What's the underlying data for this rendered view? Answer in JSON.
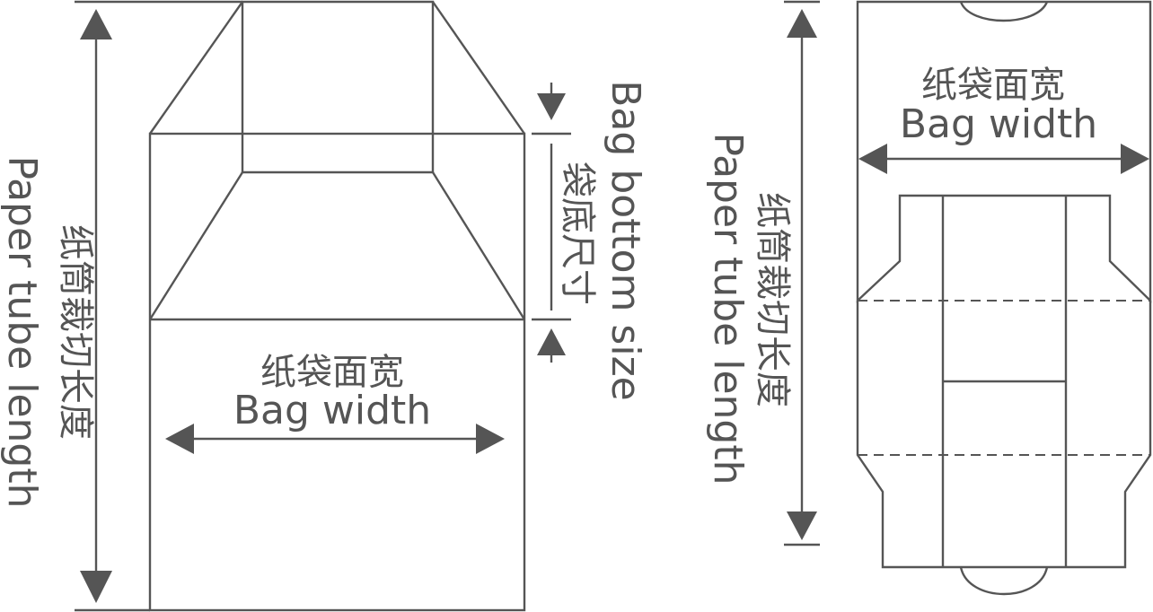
{
  "left_figure": {
    "length_label_zh": "纸筒裁切长度",
    "length_label_en": "Paper tube length",
    "width_label_zh": "纸袋面宽",
    "width_label_en": "Bag width",
    "bottom_label_zh": "袋底尺寸",
    "bottom_label_en": "Bag bottom size"
  },
  "right_figure": {
    "width_label_zh": "纸袋面宽",
    "width_label_en": "Bag width",
    "length_label_zh": "纸筒裁切长度",
    "length_label_en": "Paper tube length"
  },
  "colors": {
    "line": "#555555",
    "background": "#ffffff"
  }
}
